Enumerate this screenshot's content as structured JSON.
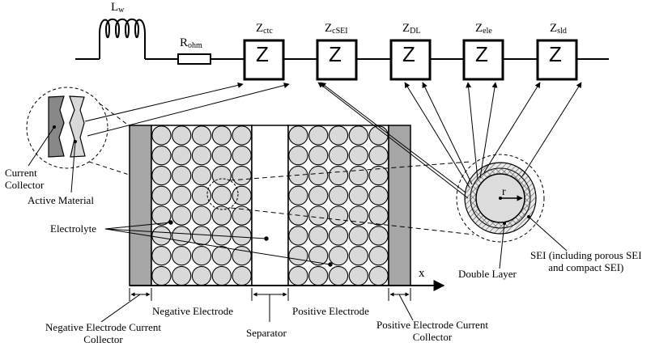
{
  "circuit": {
    "inductor": {
      "base": "L",
      "sub": "w"
    },
    "resistor": {
      "base": "R",
      "sub": "ohm"
    },
    "impedances": [
      {
        "base": "Z",
        "sub": "ctc",
        "box_text": "Z"
      },
      {
        "base": "Z",
        "sub": "cSEI",
        "box_text": "Z"
      },
      {
        "base": "Z",
        "sub": "DL",
        "box_text": "Z"
      },
      {
        "base": "Z",
        "sub": "ele",
        "box_text": "Z"
      },
      {
        "base": "Z",
        "sub": "sld",
        "box_text": "Z"
      }
    ]
  },
  "labels": {
    "current_collector": [
      "Current",
      "Collector"
    ],
    "active_material": "Active Material",
    "electrolyte": "Electrolyte",
    "negative_electrode": "Negative Electrode",
    "positive_electrode": "Positive Electrode",
    "separator": "Separator",
    "neg_cc": [
      "Negative Electrode Current",
      "Collector"
    ],
    "pos_cc": [
      "Positive Electrode Current",
      "Collector"
    ],
    "double_layer": "Double Layer",
    "sei": [
      "SEI (including porous SEI",
      "and compact SEI)"
    ],
    "x_axis": "x",
    "radius": "r"
  }
}
